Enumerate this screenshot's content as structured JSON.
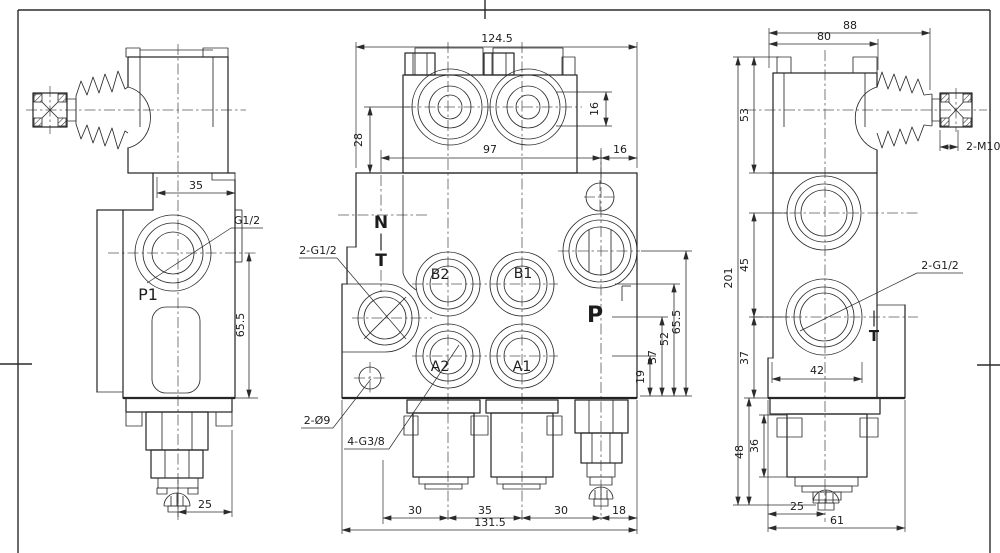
{
  "style": {
    "ink": "#2b2b2b",
    "background": "#ffffff",
    "centerline": "#5a5a5a"
  },
  "views": {
    "left": {
      "p1": "P1",
      "g12": "G1/2",
      "d35": "35",
      "d65": "65.5",
      "d25": "25"
    },
    "front": {
      "d124": "124.5",
      "d28": "28",
      "d16v": "16",
      "d97": "97",
      "d16h": "16",
      "n": "N",
      "t": "T",
      "p": "P",
      "b2": "B2",
      "b1": "B1",
      "a2": "A2",
      "a1": "A1",
      "cg12": "2-G1/2",
      "cd9": "2-Ø9",
      "cg38": "4-G3/8",
      "d19": "19",
      "d37": "37",
      "d52": "52",
      "d65": "65.5",
      "s1": "30",
      "s2": "35",
      "s3": "30",
      "s4": "18",
      "d131": "131.5"
    },
    "right": {
      "d88": "88",
      "d80": "80",
      "d53": "53",
      "m10": "2-M10",
      "d201": "201",
      "d45": "45",
      "d37": "37",
      "d42": "42",
      "cg12": "2-G1/2",
      "t": "T",
      "d36": "36",
      "d48": "48",
      "d25": "25",
      "d61": "61"
    }
  }
}
